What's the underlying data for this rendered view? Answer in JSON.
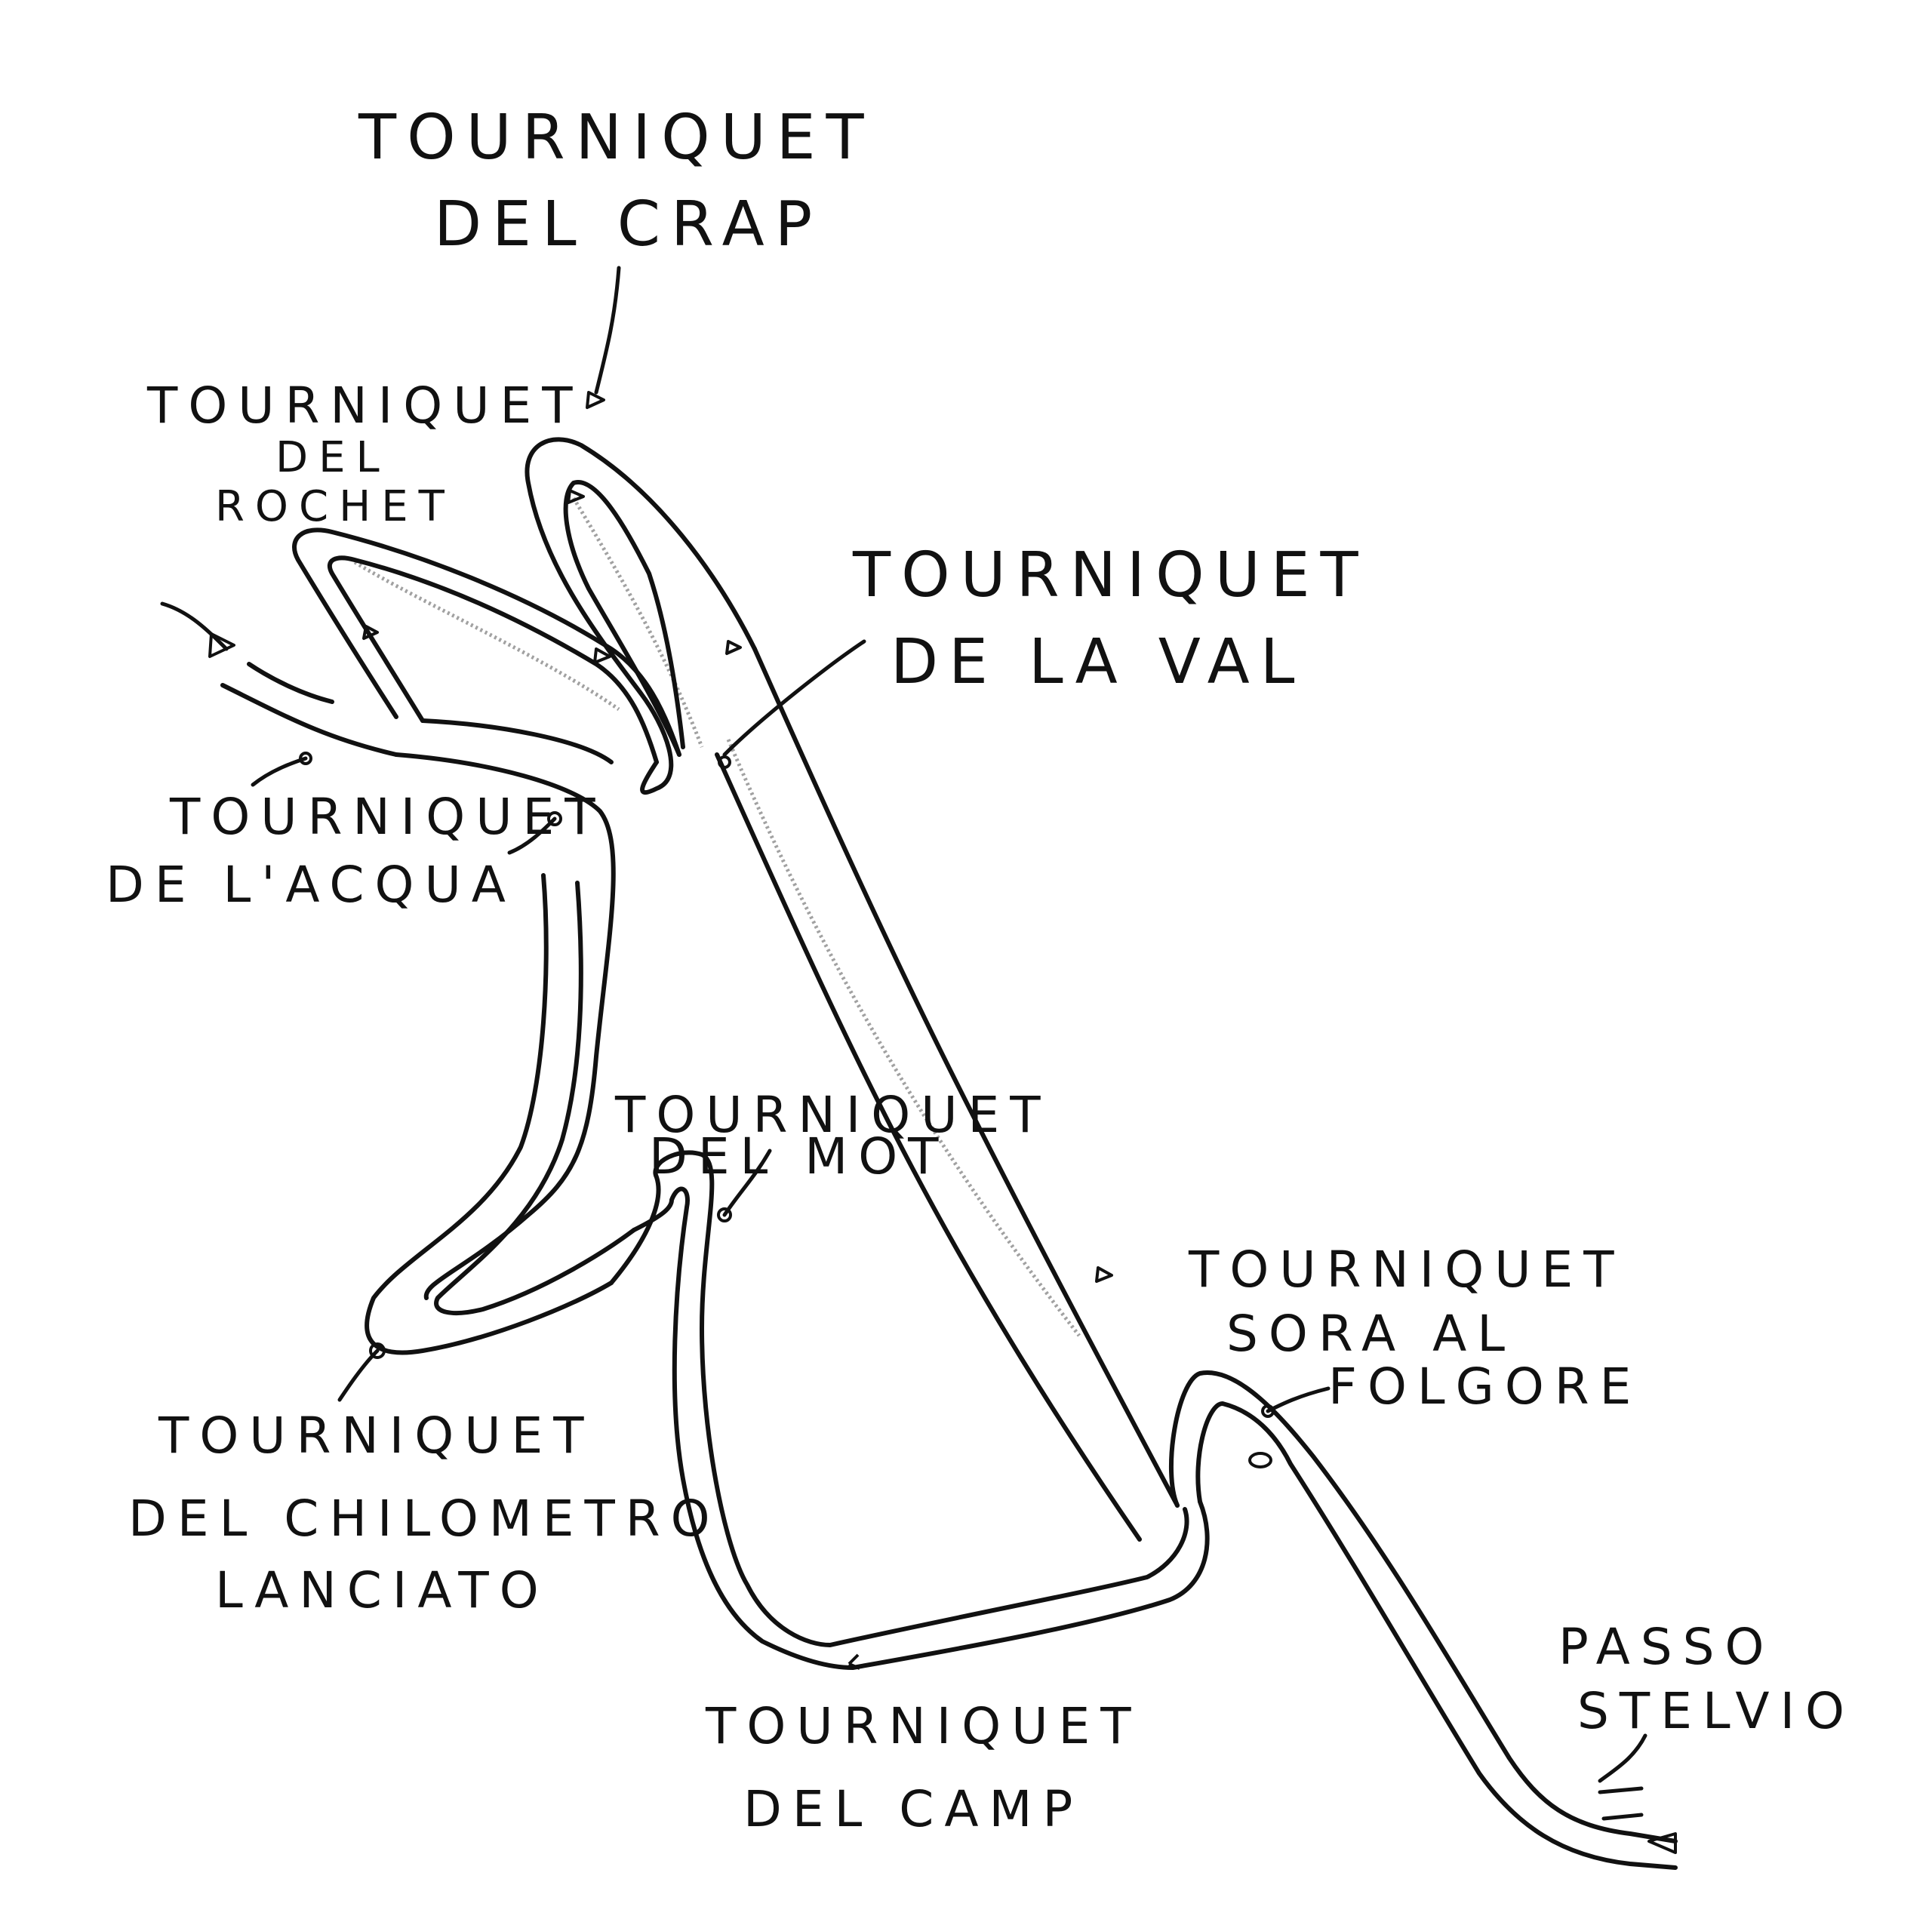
{
  "map": {
    "labels": {
      "crap": {
        "line1": "TOURNIQUET",
        "line2": "DEL CRAP"
      },
      "rochet": {
        "line1": "TOURNIQUET",
        "line2": "DEL",
        "line3": "ROCHET"
      },
      "val": {
        "line1": "TOURNIQUET",
        "line2": "DE LA VAL"
      },
      "acqua": {
        "line1": "TOURNIQUET",
        "line2": "DE L'ACQUA"
      },
      "mot": {
        "line1": "TOURNIQUET",
        "line2": "DEL MOT"
      },
      "folgore": {
        "line1": "TOURNIQUET",
        "line2": "SORA AL",
        "line3": "FOLGORE"
      },
      "chilometro": {
        "line1": "TOURNIQUET",
        "line2": "DEL CHILOMETRO",
        "line3": "LANCIATO"
      },
      "camp": {
        "line1": "TOURNIQUET",
        "line2": "DEL CAMP"
      },
      "stelvio": {
        "line1": "PASSO",
        "line2": "STELVIO"
      }
    },
    "colors": {
      "ink": "#111111",
      "pencil": "#8a8a8a",
      "paper": "#ffffff"
    }
  }
}
